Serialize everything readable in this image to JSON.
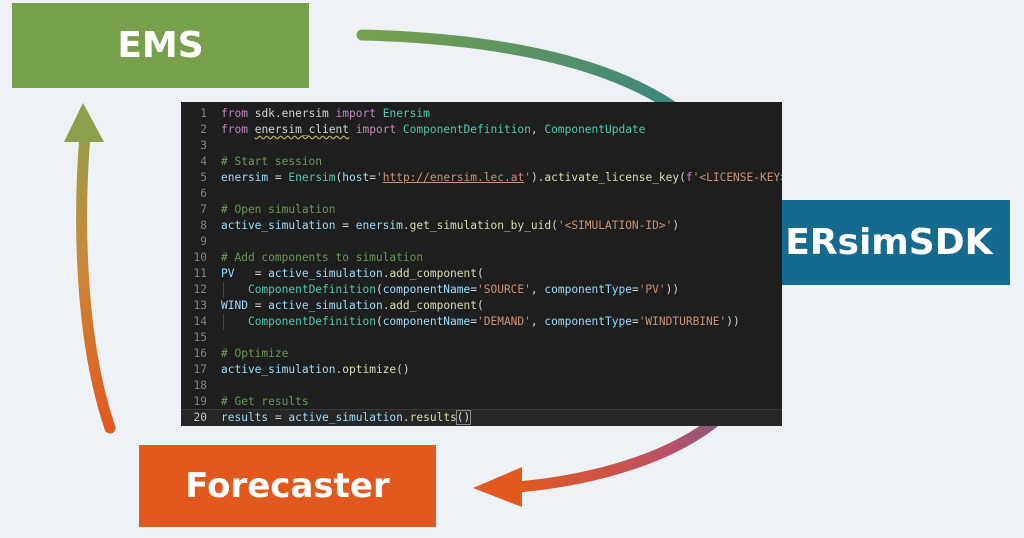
{
  "nodes": {
    "ems": {
      "label": "EMS",
      "color": "#77a04b"
    },
    "sdk": {
      "label": "ENERsimSDK",
      "color": "#156a8f"
    },
    "forecaster": {
      "label": "Forecaster",
      "color": "#e2581d"
    }
  },
  "editor": {
    "current_line": 20,
    "lines": [
      {
        "n": "1",
        "tokens": [
          [
            "from",
            "kw"
          ],
          [
            " ",
            "txt"
          ],
          [
            "sdk.enersim",
            "txt"
          ],
          [
            " ",
            "txt"
          ],
          [
            "import",
            "kw"
          ],
          [
            " ",
            "txt"
          ],
          [
            "Enersim",
            "cls"
          ]
        ]
      },
      {
        "n": "2",
        "tokens": [
          [
            "from",
            "kw"
          ],
          [
            " ",
            "txt"
          ],
          [
            "enersim_client",
            "sq"
          ],
          [
            " ",
            "txt"
          ],
          [
            "import",
            "kw"
          ],
          [
            " ",
            "txt"
          ],
          [
            "ComponentDefinition",
            "cls"
          ],
          [
            ", ",
            "txt"
          ],
          [
            "ComponentUpdate",
            "cls"
          ]
        ]
      },
      {
        "n": "3",
        "tokens": []
      },
      {
        "n": "4",
        "tokens": [
          [
            "# Start session",
            "cmt"
          ]
        ]
      },
      {
        "n": "5",
        "tokens": [
          [
            "enersim",
            "var"
          ],
          [
            " = ",
            "txt"
          ],
          [
            "Enersim",
            "cls"
          ],
          [
            "(",
            "txt"
          ],
          [
            "host",
            "var"
          ],
          [
            "=",
            "txt"
          ],
          [
            "'",
            "str"
          ],
          [
            "http://enersim.lec.at",
            "link"
          ],
          [
            "'",
            "str"
          ],
          [
            ").",
            "txt"
          ],
          [
            "activate_license_key",
            "fn"
          ],
          [
            "(",
            "txt"
          ],
          [
            "f",
            "kw"
          ],
          [
            "'<LICENSE-KEY>'",
            "str"
          ],
          [
            ")",
            "txt"
          ]
        ]
      },
      {
        "n": "6",
        "tokens": []
      },
      {
        "n": "7",
        "tokens": [
          [
            "# Open simulation",
            "cmt"
          ]
        ]
      },
      {
        "n": "8",
        "tokens": [
          [
            "active_simulation",
            "var"
          ],
          [
            " = ",
            "txt"
          ],
          [
            "enersim",
            "var"
          ],
          [
            ".",
            "txt"
          ],
          [
            "get_simulation_by_uid",
            "fn"
          ],
          [
            "(",
            "txt"
          ],
          [
            "'<SIMULATION-ID>'",
            "str"
          ],
          [
            ")",
            "txt"
          ]
        ]
      },
      {
        "n": "9",
        "tokens": []
      },
      {
        "n": "10",
        "tokens": [
          [
            "# Add components to simulation",
            "cmt"
          ]
        ]
      },
      {
        "n": "11",
        "tokens": [
          [
            "PV",
            "var"
          ],
          [
            "   = ",
            "txt"
          ],
          [
            "active_simulation",
            "var"
          ],
          [
            ".",
            "txt"
          ],
          [
            "add_component",
            "fn"
          ],
          [
            "(",
            "txt"
          ]
        ]
      },
      {
        "n": "12",
        "guide": true,
        "tokens": [
          [
            "    ",
            "txt"
          ],
          [
            "ComponentDefinition",
            "cls"
          ],
          [
            "(",
            "txt"
          ],
          [
            "componentName",
            "var"
          ],
          [
            "=",
            "txt"
          ],
          [
            "'SOURCE'",
            "str"
          ],
          [
            ", ",
            "txt"
          ],
          [
            "componentType",
            "var"
          ],
          [
            "=",
            "txt"
          ],
          [
            "'PV'",
            "str"
          ],
          [
            "))",
            "txt"
          ]
        ]
      },
      {
        "n": "13",
        "tokens": [
          [
            "WIND",
            "var"
          ],
          [
            " = ",
            "txt"
          ],
          [
            "active_simulation",
            "var"
          ],
          [
            ".",
            "txt"
          ],
          [
            "add_component",
            "fn"
          ],
          [
            "(",
            "txt"
          ]
        ]
      },
      {
        "n": "14",
        "guide": true,
        "tokens": [
          [
            "    ",
            "txt"
          ],
          [
            "ComponentDefinition",
            "cls"
          ],
          [
            "(",
            "txt"
          ],
          [
            "componentName",
            "var"
          ],
          [
            "=",
            "txt"
          ],
          [
            "'DEMAND'",
            "str"
          ],
          [
            ", ",
            "txt"
          ],
          [
            "componentType",
            "var"
          ],
          [
            "=",
            "txt"
          ],
          [
            "'WINDTURBINE'",
            "str"
          ],
          [
            "))",
            "txt"
          ]
        ]
      },
      {
        "n": "15",
        "tokens": []
      },
      {
        "n": "16",
        "tokens": [
          [
            "# Optimize",
            "cmt"
          ]
        ]
      },
      {
        "n": "17",
        "tokens": [
          [
            "active_simulation",
            "var"
          ],
          [
            ".",
            "txt"
          ],
          [
            "optimize",
            "fn"
          ],
          [
            "()",
            "txt"
          ]
        ]
      },
      {
        "n": "18",
        "tokens": []
      },
      {
        "n": "19",
        "tokens": [
          [
            "# Get results",
            "cmt"
          ]
        ]
      },
      {
        "n": "20",
        "tokens": [
          [
            "results",
            "var"
          ],
          [
            " = ",
            "txt"
          ],
          [
            "active_simulation",
            "var"
          ],
          [
            ".",
            "txt"
          ],
          [
            "results",
            "fn"
          ],
          [
            "()",
            "br"
          ]
        ]
      }
    ]
  }
}
